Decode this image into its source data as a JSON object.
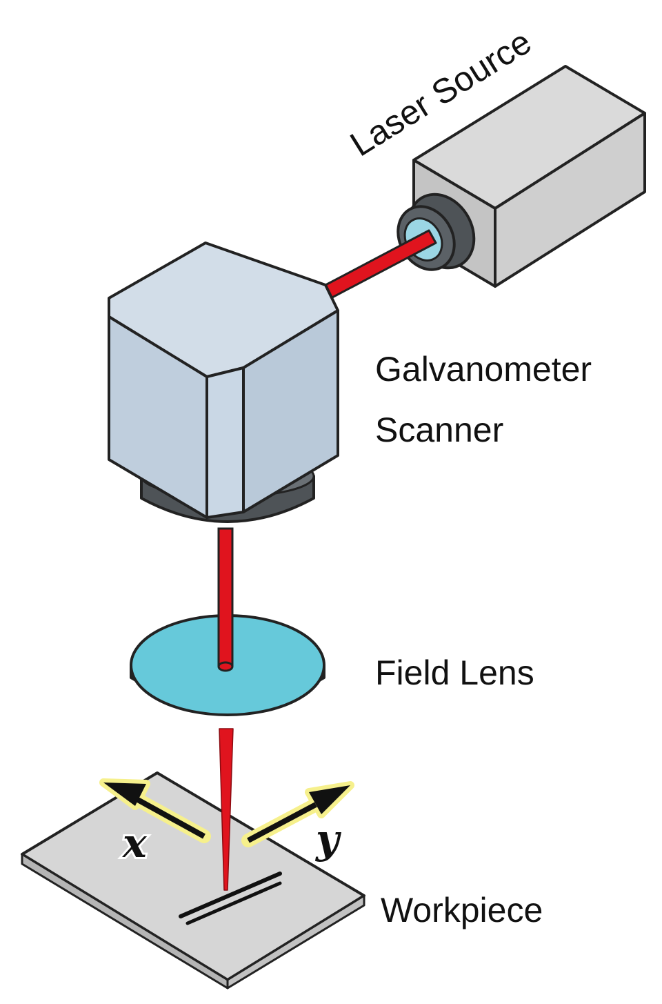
{
  "labels": {
    "laser_source": "Laser Source",
    "galvo_line1": "Galvanometer",
    "galvo_line2": "Scanner",
    "field_lens": "Field Lens",
    "workpiece": "Workpiece",
    "axis_x": "x",
    "axis_y": "y"
  },
  "colors": {
    "laser_beam": "#e0141e",
    "laser_body": "#d3d3d3",
    "scanner_body": "#c3d2e0",
    "lens": "#66c9da",
    "workpiece": "#d6d6d6",
    "outline": "#222222",
    "arrow_glow": "#f6f08c",
    "mount": "#4e5357"
  }
}
